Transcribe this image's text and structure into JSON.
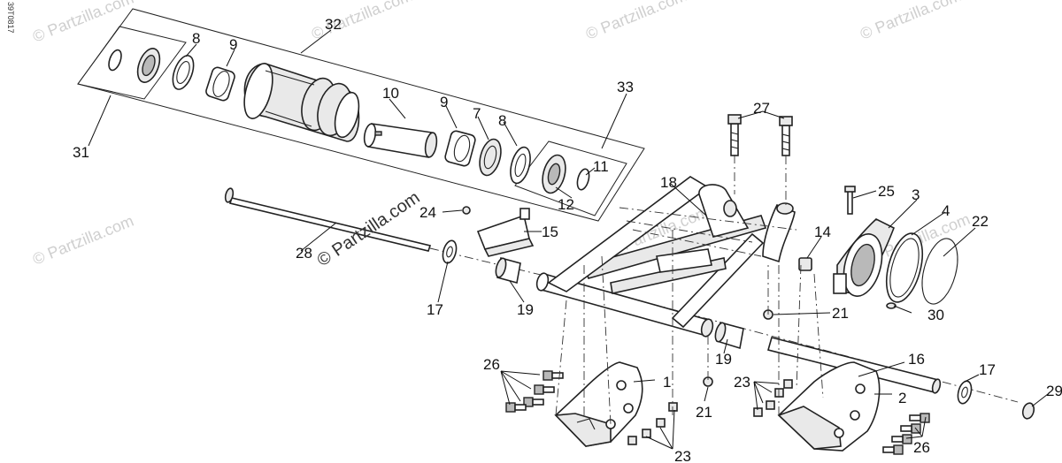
{
  "diagram_code": "39T0817",
  "watermark": {
    "brand": "© Partzilla",
    "brand_full": "© Partzilla.com"
  },
  "callouts": [
    "1",
    "2",
    "3",
    "4",
    "7",
    "8",
    "9",
    "10",
    "11",
    "12",
    "14",
    "15",
    "16",
    "17",
    "18",
    "19",
    "21",
    "22",
    "23",
    "24",
    "25",
    "26",
    "27",
    "28",
    "29",
    "30",
    "31",
    "32",
    "33"
  ]
}
